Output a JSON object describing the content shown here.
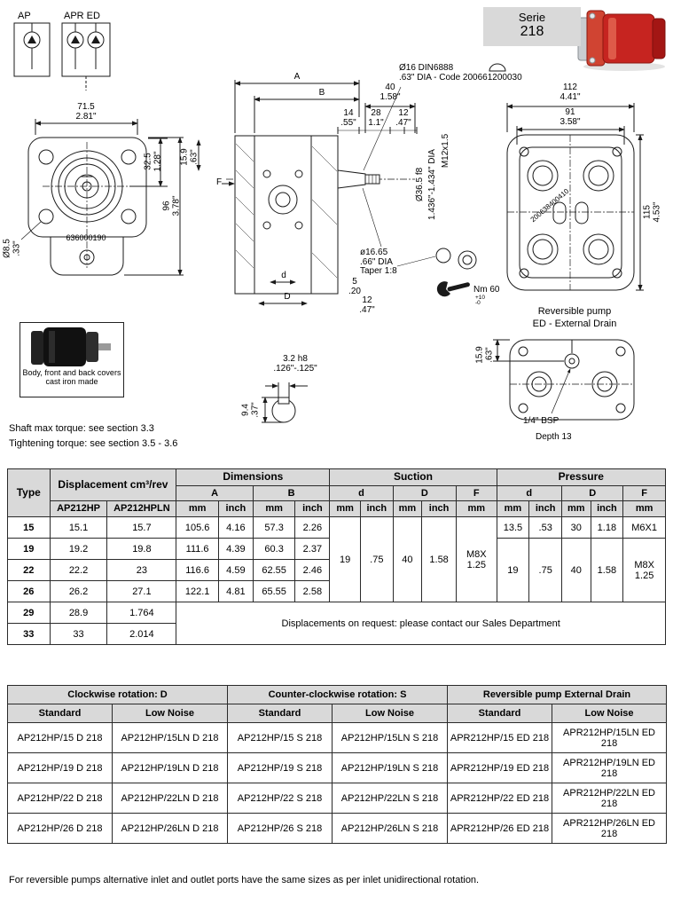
{
  "page": {
    "serie_label": "Serie",
    "serie_number": "218",
    "footer_note": "For reversible pumps alternative inlet and outlet ports have the same sizes as per inlet unidirectional rotation."
  },
  "symbols": {
    "ap": "AP",
    "apred": "APR ED"
  },
  "front_view": {
    "width_mm": "71.5",
    "width_in": "2.81\"",
    "offset_mm": "32.5",
    "offset_in": "1.28\"",
    "height_mm": "96",
    "height_in": "3.78\"",
    "pitch_mm": "15.9",
    "pitch_in": ".63\"",
    "hole_mm": "Ø8.5",
    "hole_in": ".33\"",
    "body_code": "636000190"
  },
  "side_view": {
    "dim_a": "A",
    "dim_b": "B",
    "shaft_len_mm": "40",
    "shaft_len_in": "1.58\"",
    "d14_mm": "14",
    "d14_in": ".55\"",
    "d28_mm": "28",
    "d28_in": "1.1\"",
    "d12_mm": "12",
    "d12_in": ".47\"",
    "thread": "M12x1.5",
    "pilot_mm": "Ø36.5 f8",
    "pilot_in": "1.436\"-1.434\" DIA",
    "key_line1": "Ø16 DIN6888",
    "key_line2": ".63\" DIA - Code 200661200030",
    "taper_mm": "ø16.65",
    "taper_in": ".66\" DIA",
    "taper_note": "Taper 1:8",
    "d5_mm": "5",
    "d5_in": ".20",
    "d12b_mm": "12",
    "d12b_in": ".47\"",
    "dim_f": "F",
    "dim_d": "d",
    "dim_D": "D",
    "torque": "Nm 60",
    "torque_sup": "+10",
    "torque_sub": "-0"
  },
  "back_view": {
    "w1_mm": "112",
    "w1_in": "4.41\"",
    "w2_mm": "91",
    "w2_in": "3.58\"",
    "h_mm": "115",
    "h_in": "4.53\"",
    "code": "200638400410"
  },
  "rev_view": {
    "title1": "Reversible pump",
    "title2": "ED - External Drain",
    "h_mm": "15.9",
    "h_in": ".63\"",
    "port": "1/4\" BSP",
    "depth": "Depth 13"
  },
  "key_detail": {
    "k_mm": "3.2 h8",
    "k_in": ".126\"-.125\"",
    "h_mm": "9.4",
    "h_in": ".37\""
  },
  "notes": {
    "cast": "Body, front and back covers cast iron made",
    "shaft_torque": "Shaft max torque: see section 3.3",
    "tightening": "Tightening torque: see section 3.5 - 3.6"
  },
  "table1": {
    "headers": {
      "type": "Type",
      "displacement": "Displacement cm³/rev",
      "dimensions": "Dimensions",
      "suction": "Suction",
      "pressure": "Pressure",
      "col_ap": "AP212HP",
      "col_apln": "AP212HPLN",
      "a": "A",
      "b": "B",
      "d": "d",
      "D": "D",
      "f": "F",
      "mm": "mm",
      "inch": "inch"
    },
    "suction_shared": {
      "d_mm": "19",
      "d_in": ".75",
      "D_mm": "40",
      "D_in": "1.58",
      "f": "M8X 1.25"
    },
    "pressure_row15": {
      "d_mm": "13.5",
      "d_in": ".53",
      "D_mm": "30",
      "D_in": "1.18",
      "f": "M6X1"
    },
    "pressure_shared": {
      "d_mm": "19",
      "d_in": ".75",
      "D_mm": "40",
      "D_in": "1.58",
      "f": "M8X 1.25"
    },
    "rows": [
      {
        "type": "15",
        "ap": "15.1",
        "apln": "15.7",
        "a_mm": "105.6",
        "a_in": "4.16",
        "b_mm": "57.3",
        "b_in": "2.26"
      },
      {
        "type": "19",
        "ap": "19.2",
        "apln": "19.8",
        "a_mm": "111.6",
        "a_in": "4.39",
        "b_mm": "60.3",
        "b_in": "2.37"
      },
      {
        "type": "22",
        "ap": "22.2",
        "apln": "23",
        "a_mm": "116.6",
        "a_in": "4.59",
        "b_mm": "62.55",
        "b_in": "2.46"
      },
      {
        "type": "26",
        "ap": "26.2",
        "apln": "27.1",
        "a_mm": "122.1",
        "a_in": "4.81",
        "b_mm": "65.55",
        "b_in": "2.58"
      },
      {
        "type": "29",
        "ap": "28.9",
        "apln": "1.764"
      },
      {
        "type": "33",
        "ap": "33",
        "apln": "2.014"
      }
    ],
    "note": "Displacements on request: please contact our Sales Department"
  },
  "table2": {
    "headers": {
      "cw": "Clockwise rotation: D",
      "ccw": "Counter-clockwise rotation: S",
      "rev": "Reversible pump External Drain",
      "standard": "Standard",
      "low_noise": "Low Noise"
    },
    "rows": [
      [
        "AP212HP/15 D 218",
        "AP212HP/15LN D 218",
        "AP212HP/15 S 218",
        "AP212HP/15LN S 218",
        "APR212HP/15 ED 218",
        "APR212HP/15LN ED 218"
      ],
      [
        "AP212HP/19 D 218",
        "AP212HP/19LN D 218",
        "AP212HP/19 S 218",
        "AP212HP/19LN S 218",
        "APR212HP/19 ED 218",
        "APR212HP/19LN ED 218"
      ],
      [
        "AP212HP/22 D 218",
        "AP212HP/22LN D 218",
        "AP212HP/22 S 218",
        "AP212HP/22LN S 218",
        "APR212HP/22 ED 218",
        "APR212HP/22LN ED 218"
      ],
      [
        "AP212HP/26 D 218",
        "AP212HP/26LN D 218",
        "AP212HP/26 S 218",
        "AP212HP/26LN S 218",
        "APR212HP/26 ED 218",
        "APR212HP/26LN ED 218"
      ]
    ]
  }
}
